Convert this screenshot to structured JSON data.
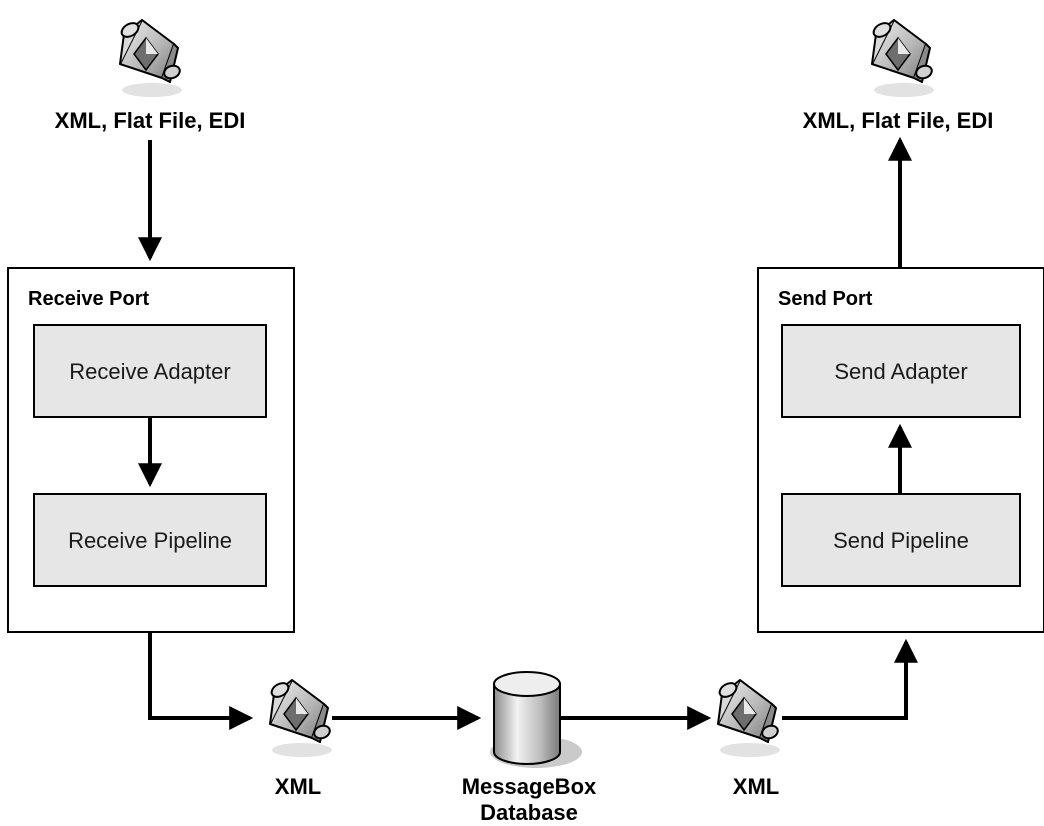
{
  "top_left_label": "XML, Flat File, EDI",
  "top_right_label": "XML, Flat File, EDI",
  "receive_port": {
    "title": "Receive Port",
    "adapter": "Receive Adapter",
    "pipeline": "Receive Pipeline"
  },
  "send_port": {
    "title": "Send Port",
    "adapter": "Send Adapter",
    "pipeline": "Send Pipeline"
  },
  "bottom": {
    "xml_left": "XML",
    "database_line1": "MessageBox",
    "database_line2": "Database",
    "xml_right": "XML"
  },
  "icons": {
    "message": "message-document-icon",
    "database": "database-cylinder-icon"
  },
  "colors": {
    "line": "#000000",
    "inner_box_fill": "#e6e6e6",
    "icon_gray": "#9a9a9a"
  }
}
